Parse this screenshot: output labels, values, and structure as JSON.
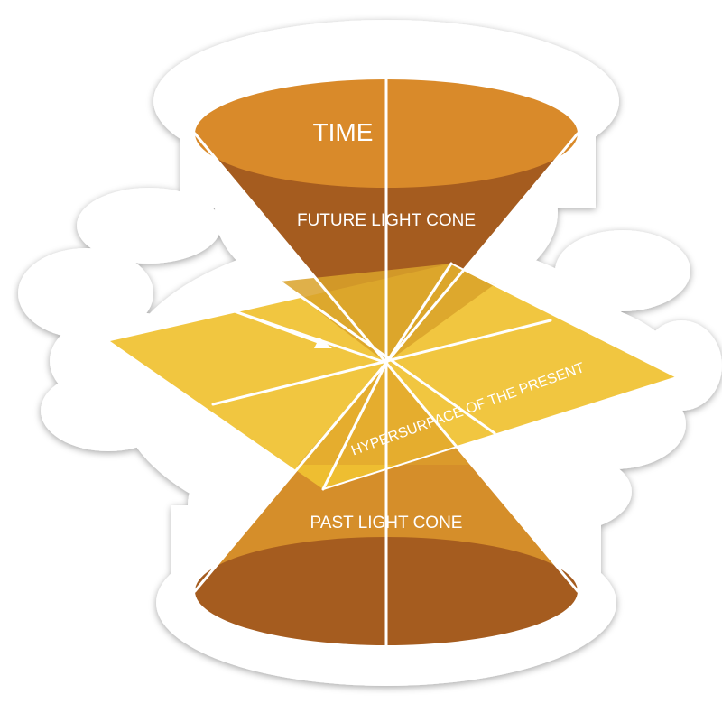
{
  "labels": {
    "time": "TIME",
    "future_cone": "FUTURE LIGHT CONE",
    "past_cone": "PAST LIGHT CONE",
    "hypersurface": "HYPERSURFACE OF THE PRESENT"
  },
  "colors": {
    "background": "#ffffff",
    "sticker_outline": "#ffffff",
    "cone_top_face": "#d98a2a",
    "cone_dark": "#a55c1f",
    "cone_mid": "#d58e2a",
    "plane_yellow": "#f0c232",
    "plane_overlap": "#d9a22a",
    "lines": "#ffffff"
  }
}
